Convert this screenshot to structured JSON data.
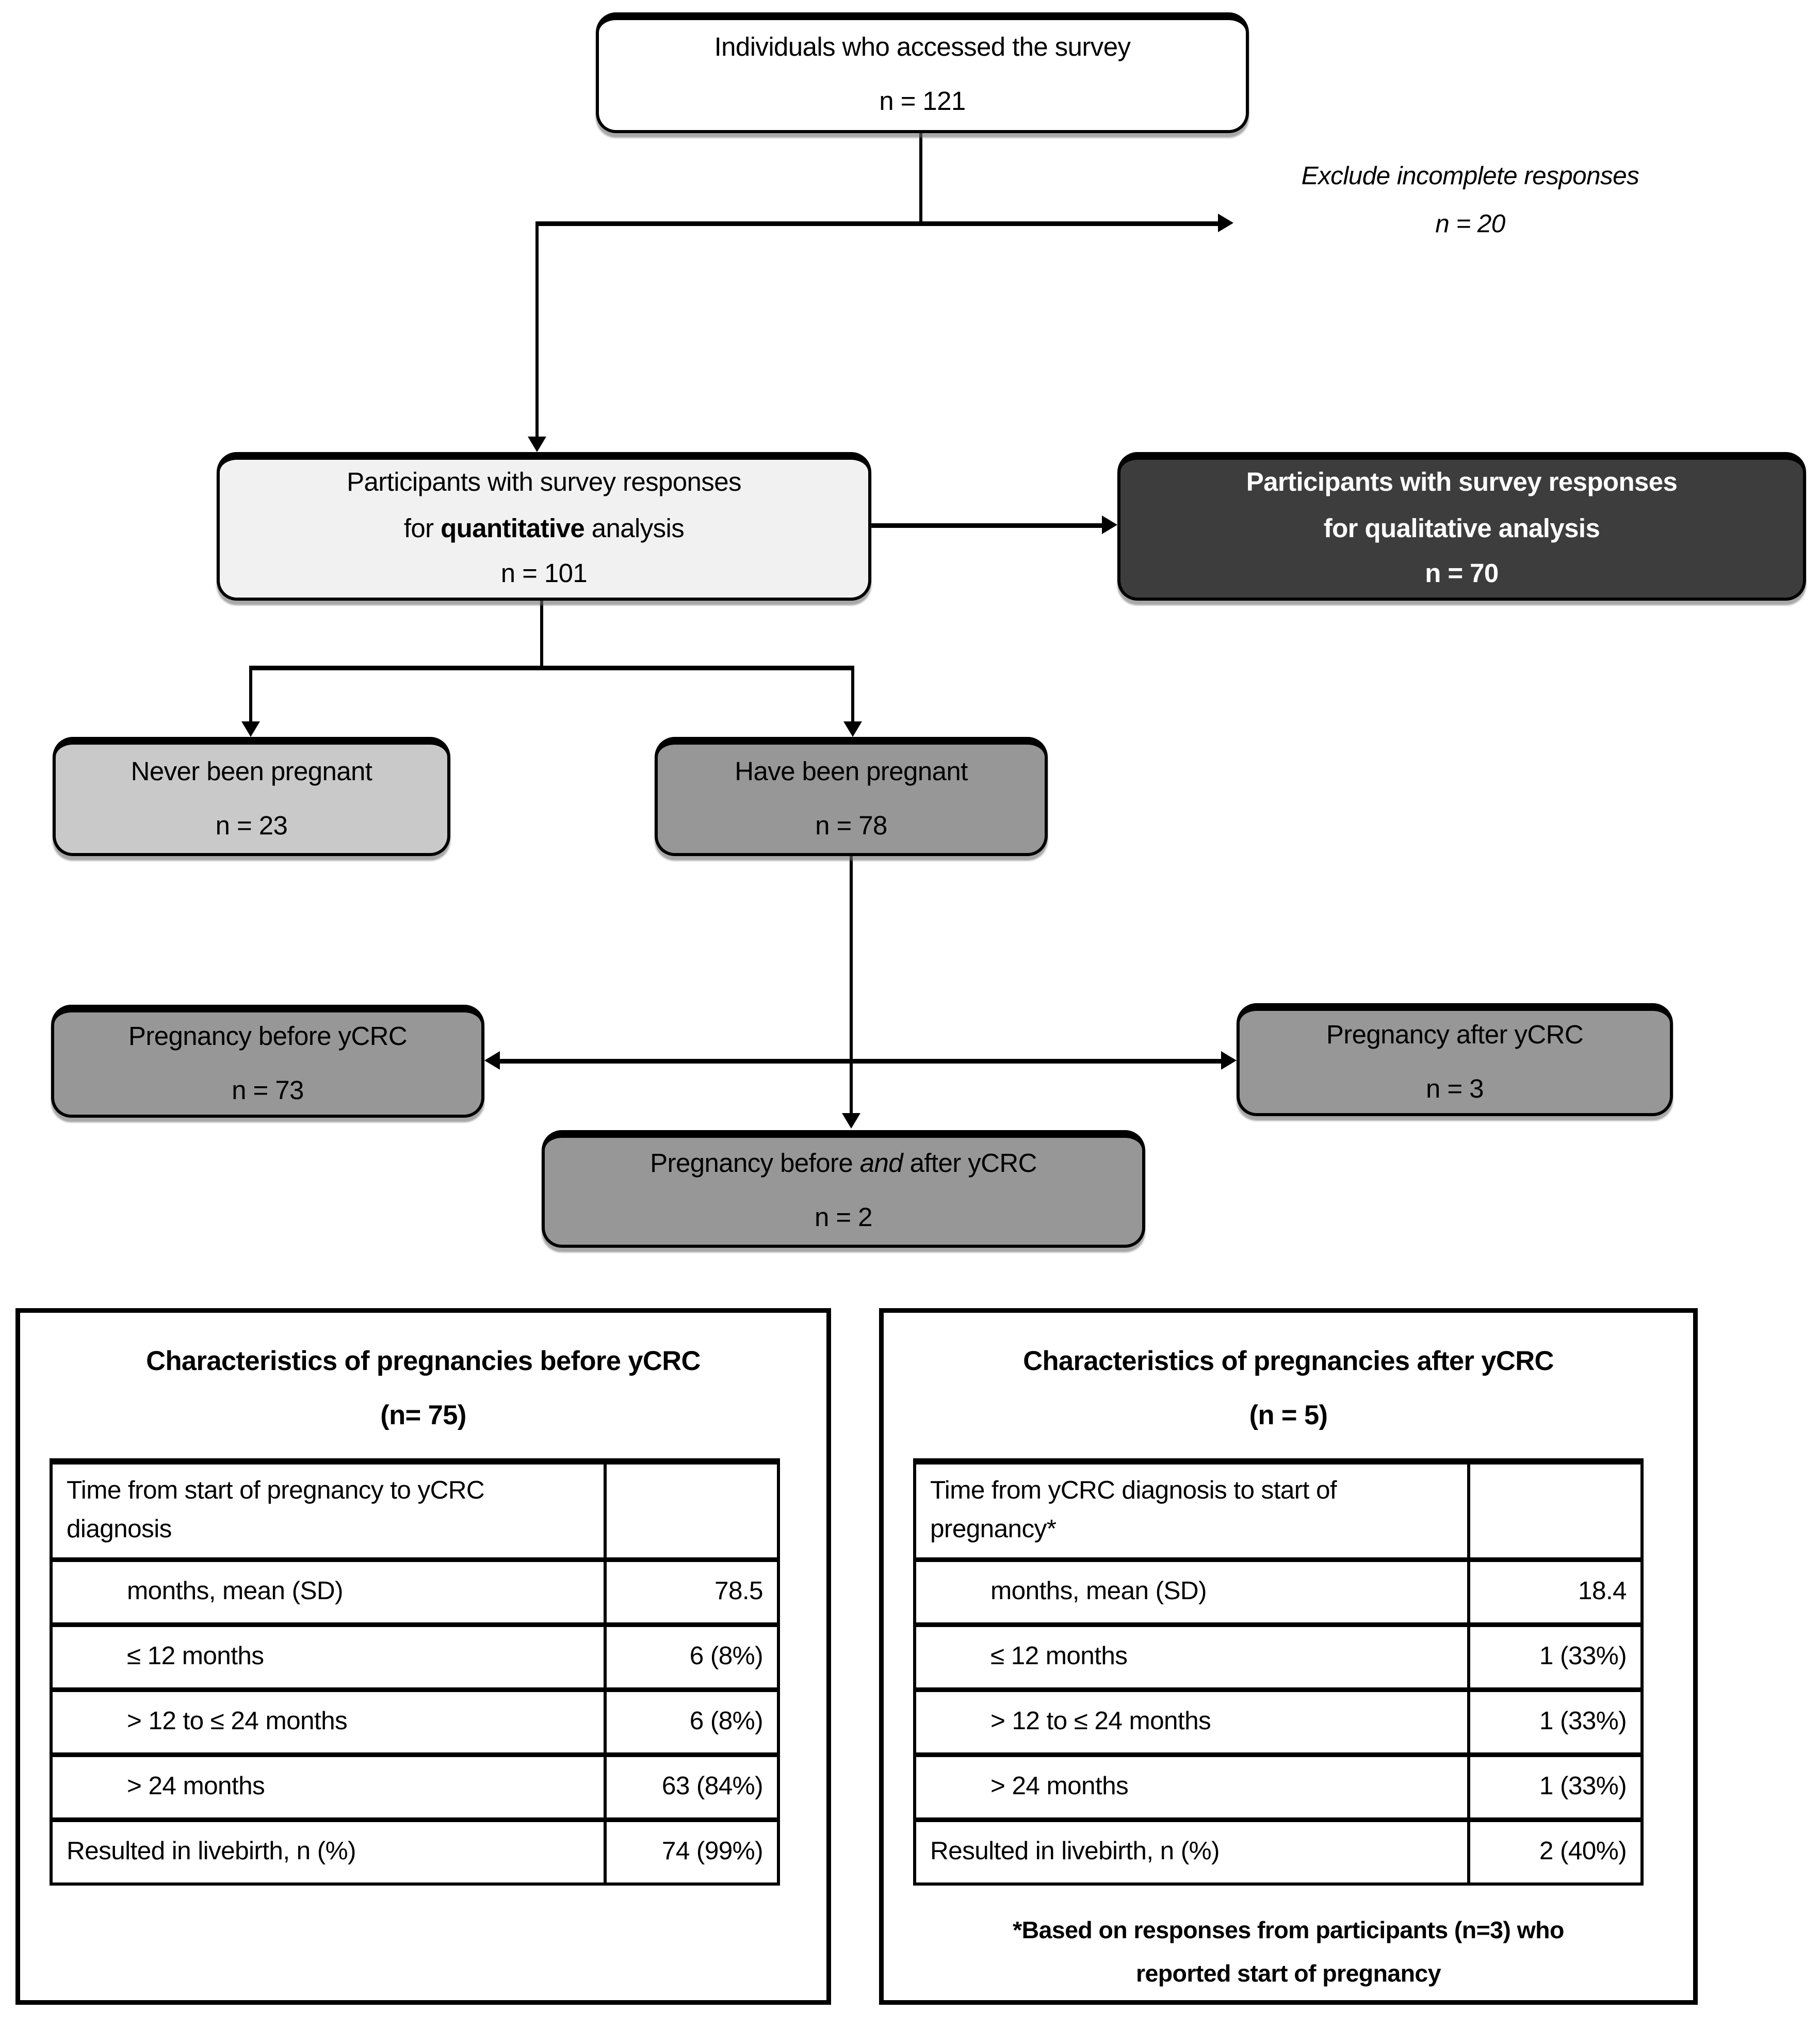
{
  "colors": {
    "box_white": "#ffffff",
    "box_light_fill": "#f1f1f1",
    "box_light_gray": "#c9c9c9",
    "box_medium_gray": "#979797",
    "box_dark": "#3d3d3d",
    "line": "#000000"
  },
  "flowchart": {
    "top_box": {
      "line1": "Individuals who accessed the survey",
      "n": "n = 121"
    },
    "exclude_note": {
      "line1": "Exclude incomplete responses",
      "n": "n = 20"
    },
    "quantitative_box": {
      "line1": "Participants with survey responses",
      "line2_prefix": "for ",
      "line2_bold": "quantitative",
      "line2_suffix": " analysis",
      "n": "n = 101"
    },
    "qualitative_box": {
      "line1": "Participants with survey responses",
      "line2_prefix": "for ",
      "line2_bold": "qualitative",
      "line2_suffix": " analysis",
      "n": "n = 70"
    },
    "never_box": {
      "line1": "Never been pregnant",
      "n": "n = 23"
    },
    "have_box": {
      "line1": "Have been pregnant",
      "n": "n = 78"
    },
    "before_box": {
      "line1": "Pregnancy before yCRC",
      "n": "n = 73"
    },
    "after_box": {
      "line1": "Pregnancy after yCRC",
      "n": "n = 3"
    },
    "before_after_box": {
      "line1_prefix": "Pregnancy before ",
      "line1_italic": "and",
      "line1_suffix": " after yCRC",
      "n": "n = 2"
    }
  },
  "tables": [
    {
      "title_line1": "Characteristics of pregnancies before yCRC",
      "title_line2": "(n= 75)",
      "rows": [
        {
          "label": "Time from start of pregnancy to yCRC diagnosis",
          "value": ""
        },
        {
          "label": "months, mean (SD)",
          "value": "78.5"
        },
        {
          "label": "≤ 12 months",
          "value": "6 (8%)"
        },
        {
          "label": "> 12 to ≤ 24 months",
          "value": "6 (8%)"
        },
        {
          "label": "> 24 months",
          "value": "63 (84%)"
        },
        {
          "label": "Resulted in livebirth, n (%)",
          "value": "74 (99%)"
        }
      ]
    },
    {
      "title_line1": "Characteristics of pregnancies after yCRC",
      "title_line2": "(n = 5)",
      "rows": [
        {
          "label": "Time from yCRC diagnosis to start of pregnancy*",
          "value": ""
        },
        {
          "label": "months, mean (SD)",
          "value": "18.4"
        },
        {
          "label": "≤ 12 months",
          "value": "1 (33%)"
        },
        {
          "label": "> 12 to ≤ 24 months",
          "value": "1 (33%)"
        },
        {
          "label": "> 24 months",
          "value": "1 (33%)"
        },
        {
          "label": "Resulted in livebirth, n (%)",
          "value": "2 (40%)"
        }
      ],
      "footnote_line1": "*Based on responses from participants (n=3) who",
      "footnote_line2": "reported start of pregnancy"
    }
  ]
}
